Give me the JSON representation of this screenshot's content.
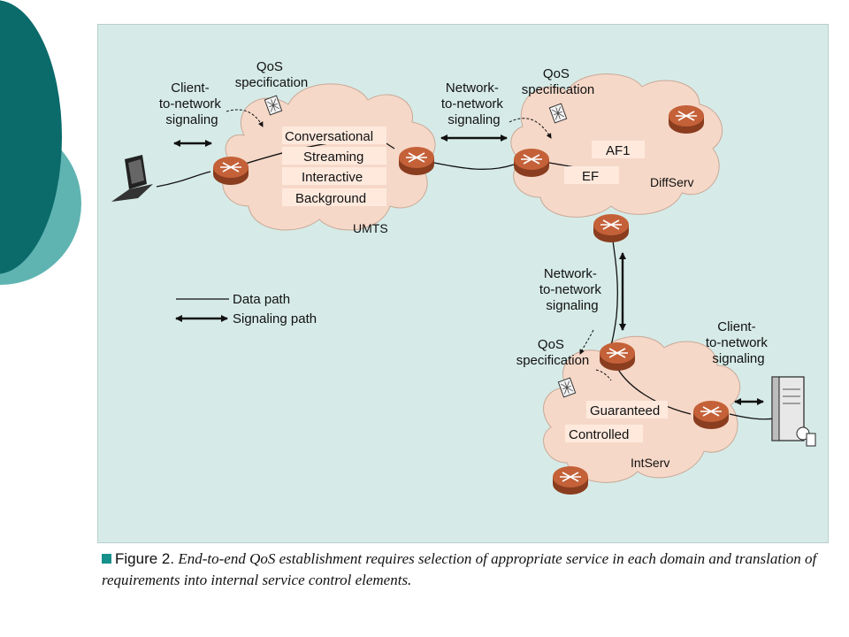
{
  "diagram": {
    "client_signaling_left": [
      "Client-",
      "to-network",
      "signaling"
    ],
    "qos_spec_left": [
      "QoS",
      "specification"
    ],
    "umts_classes": [
      "Conversational",
      "Streaming",
      "Interactive",
      "Background"
    ],
    "umts_label": "UMTS",
    "net_signaling_top": [
      "Network-",
      "to-network",
      "signaling"
    ],
    "qos_spec_top": [
      "QoS",
      "specification"
    ],
    "diffserv_classes": [
      "AF1",
      "EF"
    ],
    "diffserv_label": "DiffServ",
    "net_signaling_vertical": [
      "Network-",
      "to-network",
      "signaling"
    ],
    "qos_spec_bottom": [
      "QoS",
      "specification"
    ],
    "client_signaling_right": [
      "Client-",
      "to-network",
      "signaling"
    ],
    "intserv_classes": [
      "Guaranteed",
      "Controlled"
    ],
    "intserv_label": "IntServ",
    "legend": {
      "data_path": "Data path",
      "signaling_path": "Signaling path"
    }
  },
  "caption": {
    "label": "Figure 2.",
    "text": "End-to-end QoS establishment requires selection of appropriate service in each domain and translation of requirements into internal service control elements."
  },
  "colors": {
    "panel": "#d6ebe7",
    "cloud": "#f6d8c8",
    "router": "#b4552e",
    "deco_dark": "#0b6a6a",
    "deco_light": "#5fb4b2",
    "caption_square": "#16908a"
  }
}
